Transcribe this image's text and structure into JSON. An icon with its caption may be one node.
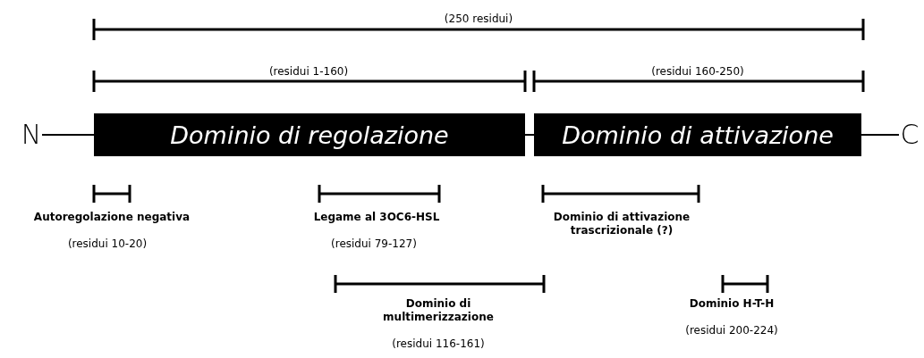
{
  "diagram": {
    "nodes": [
      {
        "text": [
          "N"
        ]
      },
      {
        "text": [
          "Dominio di regolazione"
        ]
      },
      {
        "text": [
          "Dominio di attivazione"
        ]
      },
      {
        "text": [
          "C"
        ]
      }
    ],
    "edges": [
      {
        "from": 0,
        "to": 1,
        "arrow": "none"
      },
      {
        "from": 1,
        "to": 2,
        "arrow": "none"
      },
      {
        "from": 2,
        "to": 3,
        "arrow": "none"
      }
    ],
    "labels": [
      "(250 residui)",
      "(residui 1-160)",
      "(residui 160-250)",
      "Autoregolazione negativa",
      "(residui 10-20)",
      "Legame al 3OC6-HSL",
      "(residui 79-127)",
      "Dominio di attivazione trascrizionale (?)",
      "Dominio di multimerizzazione",
      "(residui 116-161)",
      "Dominio H-T-H",
      "(residui 200-224)"
    ]
  }
}
